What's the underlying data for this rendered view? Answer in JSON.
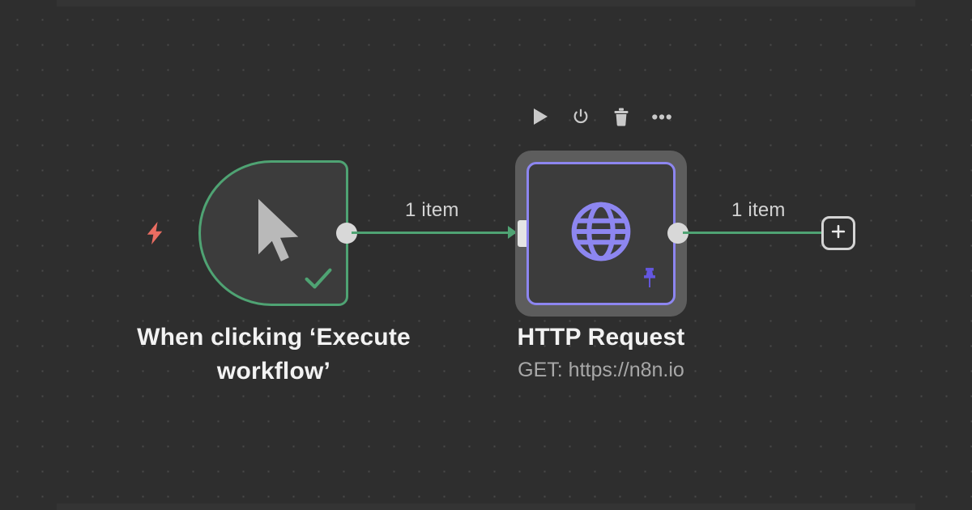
{
  "canvas": {
    "background_color": "#2e2e2e",
    "grid_dot_color": "#4a4a4a"
  },
  "node_toolbar": {
    "buttons": [
      {
        "name": "execute-node-button",
        "icon": "play-icon",
        "label": "Execute step"
      },
      {
        "name": "toggle-activation-button",
        "icon": "power-icon",
        "label": "Deactivate"
      },
      {
        "name": "delete-node-button",
        "icon": "trash-icon",
        "label": "Delete"
      },
      {
        "name": "more-options-button",
        "icon": "ellipsis-icon",
        "label": "More options"
      }
    ]
  },
  "nodes": [
    {
      "id": "trigger",
      "title": "When clicking ‘Execute workflow’",
      "subtitle": "",
      "icon": "cursor-pointer-icon",
      "border_color": "#4fa373",
      "status_icon": "check-icon",
      "badge_icon": "lightning-bolt-icon",
      "badge_color": "#ea6d62"
    },
    {
      "id": "http-request",
      "title": "HTTP Request",
      "subtitle": "GET: https://n8n.io",
      "icon": "globe-icon",
      "border_color": "#8d86f0",
      "status_icon": "pin-icon",
      "selected": true
    }
  ],
  "connections": [
    {
      "id": "trigger-to-http",
      "label": "1 item",
      "color": "#4fa373"
    },
    {
      "id": "http-to-add",
      "label": "1 item",
      "color": "#4fa373"
    }
  ],
  "add_node_button": {
    "label": "+",
    "name": "add-node-button"
  }
}
